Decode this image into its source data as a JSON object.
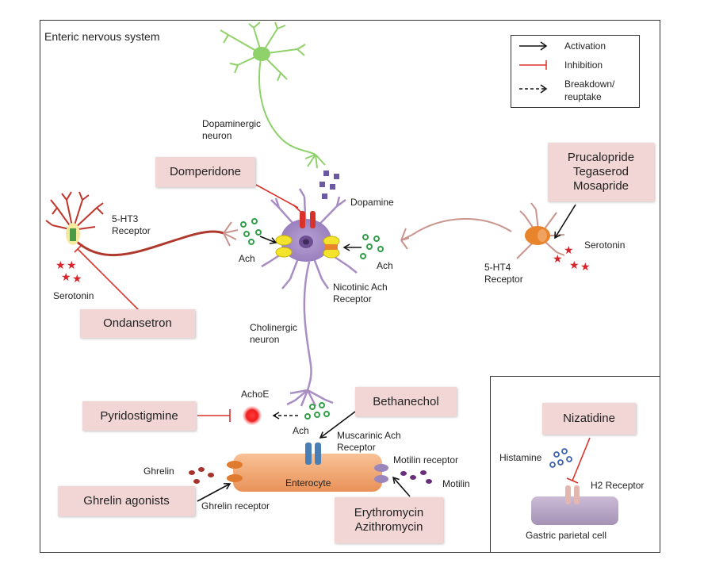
{
  "title": "Enteric nervous system",
  "legend": {
    "activation": "Activation",
    "inhibition": "Inhibition",
    "breakdown_line1": "Breakdown/",
    "breakdown_line2": "reuptake"
  },
  "labels": {
    "dopaminergic_neuron_1": "Dopaminergic",
    "dopaminergic_neuron_2": "neuron",
    "dopamine": "Dopamine",
    "ht3_receptor_1": "5-HT3",
    "ht3_receptor_2": "Receptor",
    "serotonin_left": "Serotonin",
    "ach_left": "Ach",
    "ach_right": "Ach",
    "nicotinic_1": "Nicotinic Ach",
    "nicotinic_2": "Receptor",
    "cholinergic_1": "Cholinergic",
    "cholinergic_2": "neuron",
    "ht4_receptor_1": "5-HT4",
    "ht4_receptor_2": "Receptor",
    "serotonin_right": "Serotonin",
    "achoe": "AchoE",
    "ach_bottom": "Ach",
    "muscarinic_1": "Muscarinic Ach",
    "muscarinic_2": "Receptor",
    "ghrelin": "Ghrelin",
    "ghrelin_receptor": "Ghrelin receptor",
    "enterocyte": "Enterocyte",
    "motilin_receptor": "Motilin receptor",
    "motilin": "Motilin",
    "histamine": "Histamine",
    "h2_receptor": "H2 Receptor",
    "gastric_cell": "Gastric parietal cell"
  },
  "drugs": {
    "domperidone": "Domperidone",
    "prucalopride": "Prucalopride",
    "tegaserod": "Tegaserod",
    "mosapride": "Mosapride",
    "ondansetron": "Ondansetron",
    "pyridostigmine": "Pyridostigmine",
    "bethanechol": "Bethanechol",
    "ghrelin_agonists": "Ghrelin agonists",
    "erythromycin": "Erythromycin",
    "azithromycin": "Azithromycin",
    "nizatidine": "Nizatidine"
  },
  "colors": {
    "drug_box": "#f2d6d6",
    "inhibition": "#d9322a",
    "dopaminergic_neuron": "#8fd16a",
    "cholinergic_neuron": "#a98ec4",
    "serotonergic_neuron": "#c9958d",
    "enterocyte": "#f2a870",
    "gastric_cell": "#b9a6c6",
    "ach": "#2f9e46",
    "serotonin": "#d8232a"
  },
  "icons": [
    "activation-arrow-icon",
    "inhibition-tbar-icon",
    "dashed-arrow-icon",
    "achoe-enzyme-icon"
  ]
}
